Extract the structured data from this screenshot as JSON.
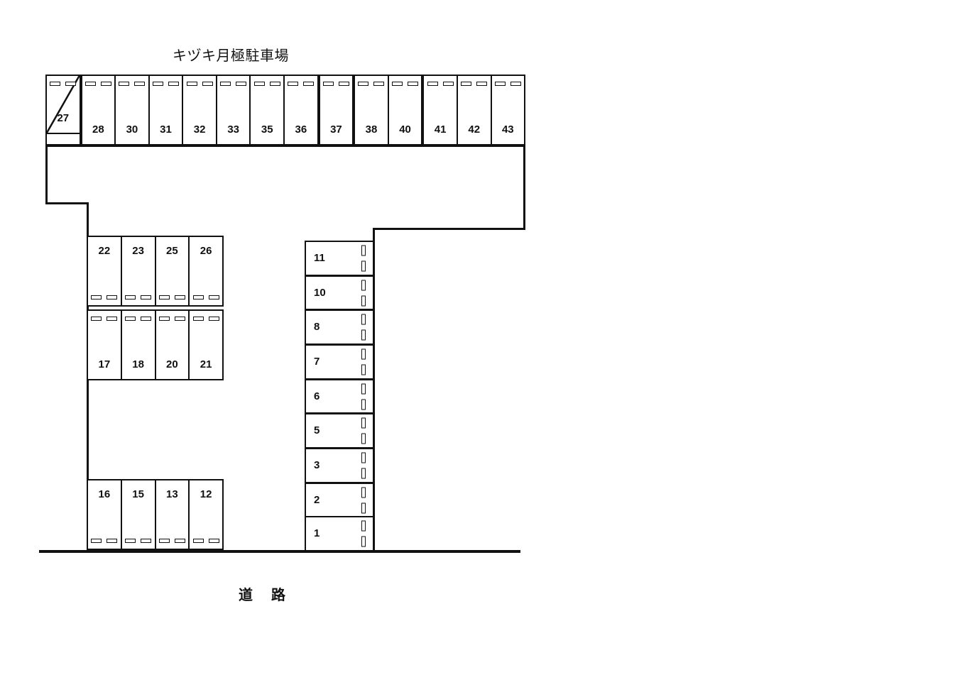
{
  "title": "キヅキ月極駐車場",
  "road_label": "道　路",
  "colors": {
    "line": "#111111",
    "background": "#ffffff",
    "text": "#111111"
  },
  "blocks": {
    "top_row": {
      "name": "top-stall-row",
      "orientation": "horizontal",
      "stops_position": "top",
      "number_position": "bottom",
      "stalls": [
        {
          "number": "27",
          "crossed_out": true,
          "thick_divider": false
        },
        {
          "number": "28",
          "crossed_out": false,
          "thick_divider": true
        },
        {
          "number": "30",
          "crossed_out": false,
          "thick_divider": false
        },
        {
          "number": "31",
          "crossed_out": false,
          "thick_divider": false
        },
        {
          "number": "32",
          "crossed_out": false,
          "thick_divider": false
        },
        {
          "number": "33",
          "crossed_out": false,
          "thick_divider": false
        },
        {
          "number": "35",
          "crossed_out": false,
          "thick_divider": false
        },
        {
          "number": "36",
          "crossed_out": false,
          "thick_divider": false
        },
        {
          "number": "37",
          "crossed_out": false,
          "thick_divider": true
        },
        {
          "number": "38",
          "crossed_out": false,
          "thick_divider": true
        },
        {
          "number": "40",
          "crossed_out": false,
          "thick_divider": false
        },
        {
          "number": "41",
          "crossed_out": false,
          "thick_divider": true
        },
        {
          "number": "42",
          "crossed_out": false,
          "thick_divider": false
        },
        {
          "number": "43",
          "crossed_out": false,
          "thick_divider": false
        }
      ]
    },
    "middle_upper_row": {
      "name": "middle-upper-stall-row",
      "orientation": "horizontal",
      "stops_position": "bottom",
      "number_position": "top",
      "stalls": [
        {
          "number": "22",
          "thick_divider": false
        },
        {
          "number": "23",
          "thick_divider": false
        },
        {
          "number": "25",
          "thick_divider": false
        },
        {
          "number": "26",
          "thick_divider": false
        }
      ]
    },
    "middle_lower_row": {
      "name": "middle-lower-stall-row",
      "orientation": "horizontal",
      "stops_position": "top",
      "number_position": "bottom",
      "stalls": [
        {
          "number": "17",
          "thick_divider": false
        },
        {
          "number": "18",
          "thick_divider": false
        },
        {
          "number": "20",
          "thick_divider": false
        },
        {
          "number": "21",
          "thick_divider": false
        }
      ]
    },
    "bottom_row": {
      "name": "bottom-stall-row",
      "orientation": "horizontal",
      "stops_position": "bottom",
      "number_position": "top",
      "stalls": [
        {
          "number": "16",
          "thick_divider": false
        },
        {
          "number": "15",
          "thick_divider": false
        },
        {
          "number": "13",
          "thick_divider": false
        },
        {
          "number": "12",
          "thick_divider": false
        }
      ]
    },
    "center_column": {
      "name": "center-stall-column",
      "orientation": "vertical",
      "stops_position": "right",
      "number_position": "left",
      "stalls": [
        {
          "number": "11",
          "thick_divider": false
        },
        {
          "number": "10",
          "thick_divider": true
        },
        {
          "number": "8",
          "thick_divider": true
        },
        {
          "number": "7",
          "thick_divider": true
        },
        {
          "number": "6",
          "thick_divider": true
        },
        {
          "number": "5",
          "thick_divider": true
        },
        {
          "number": "3",
          "thick_divider": true
        },
        {
          "number": "2",
          "thick_divider": true
        },
        {
          "number": "1",
          "thick_divider": false
        }
      ]
    }
  }
}
